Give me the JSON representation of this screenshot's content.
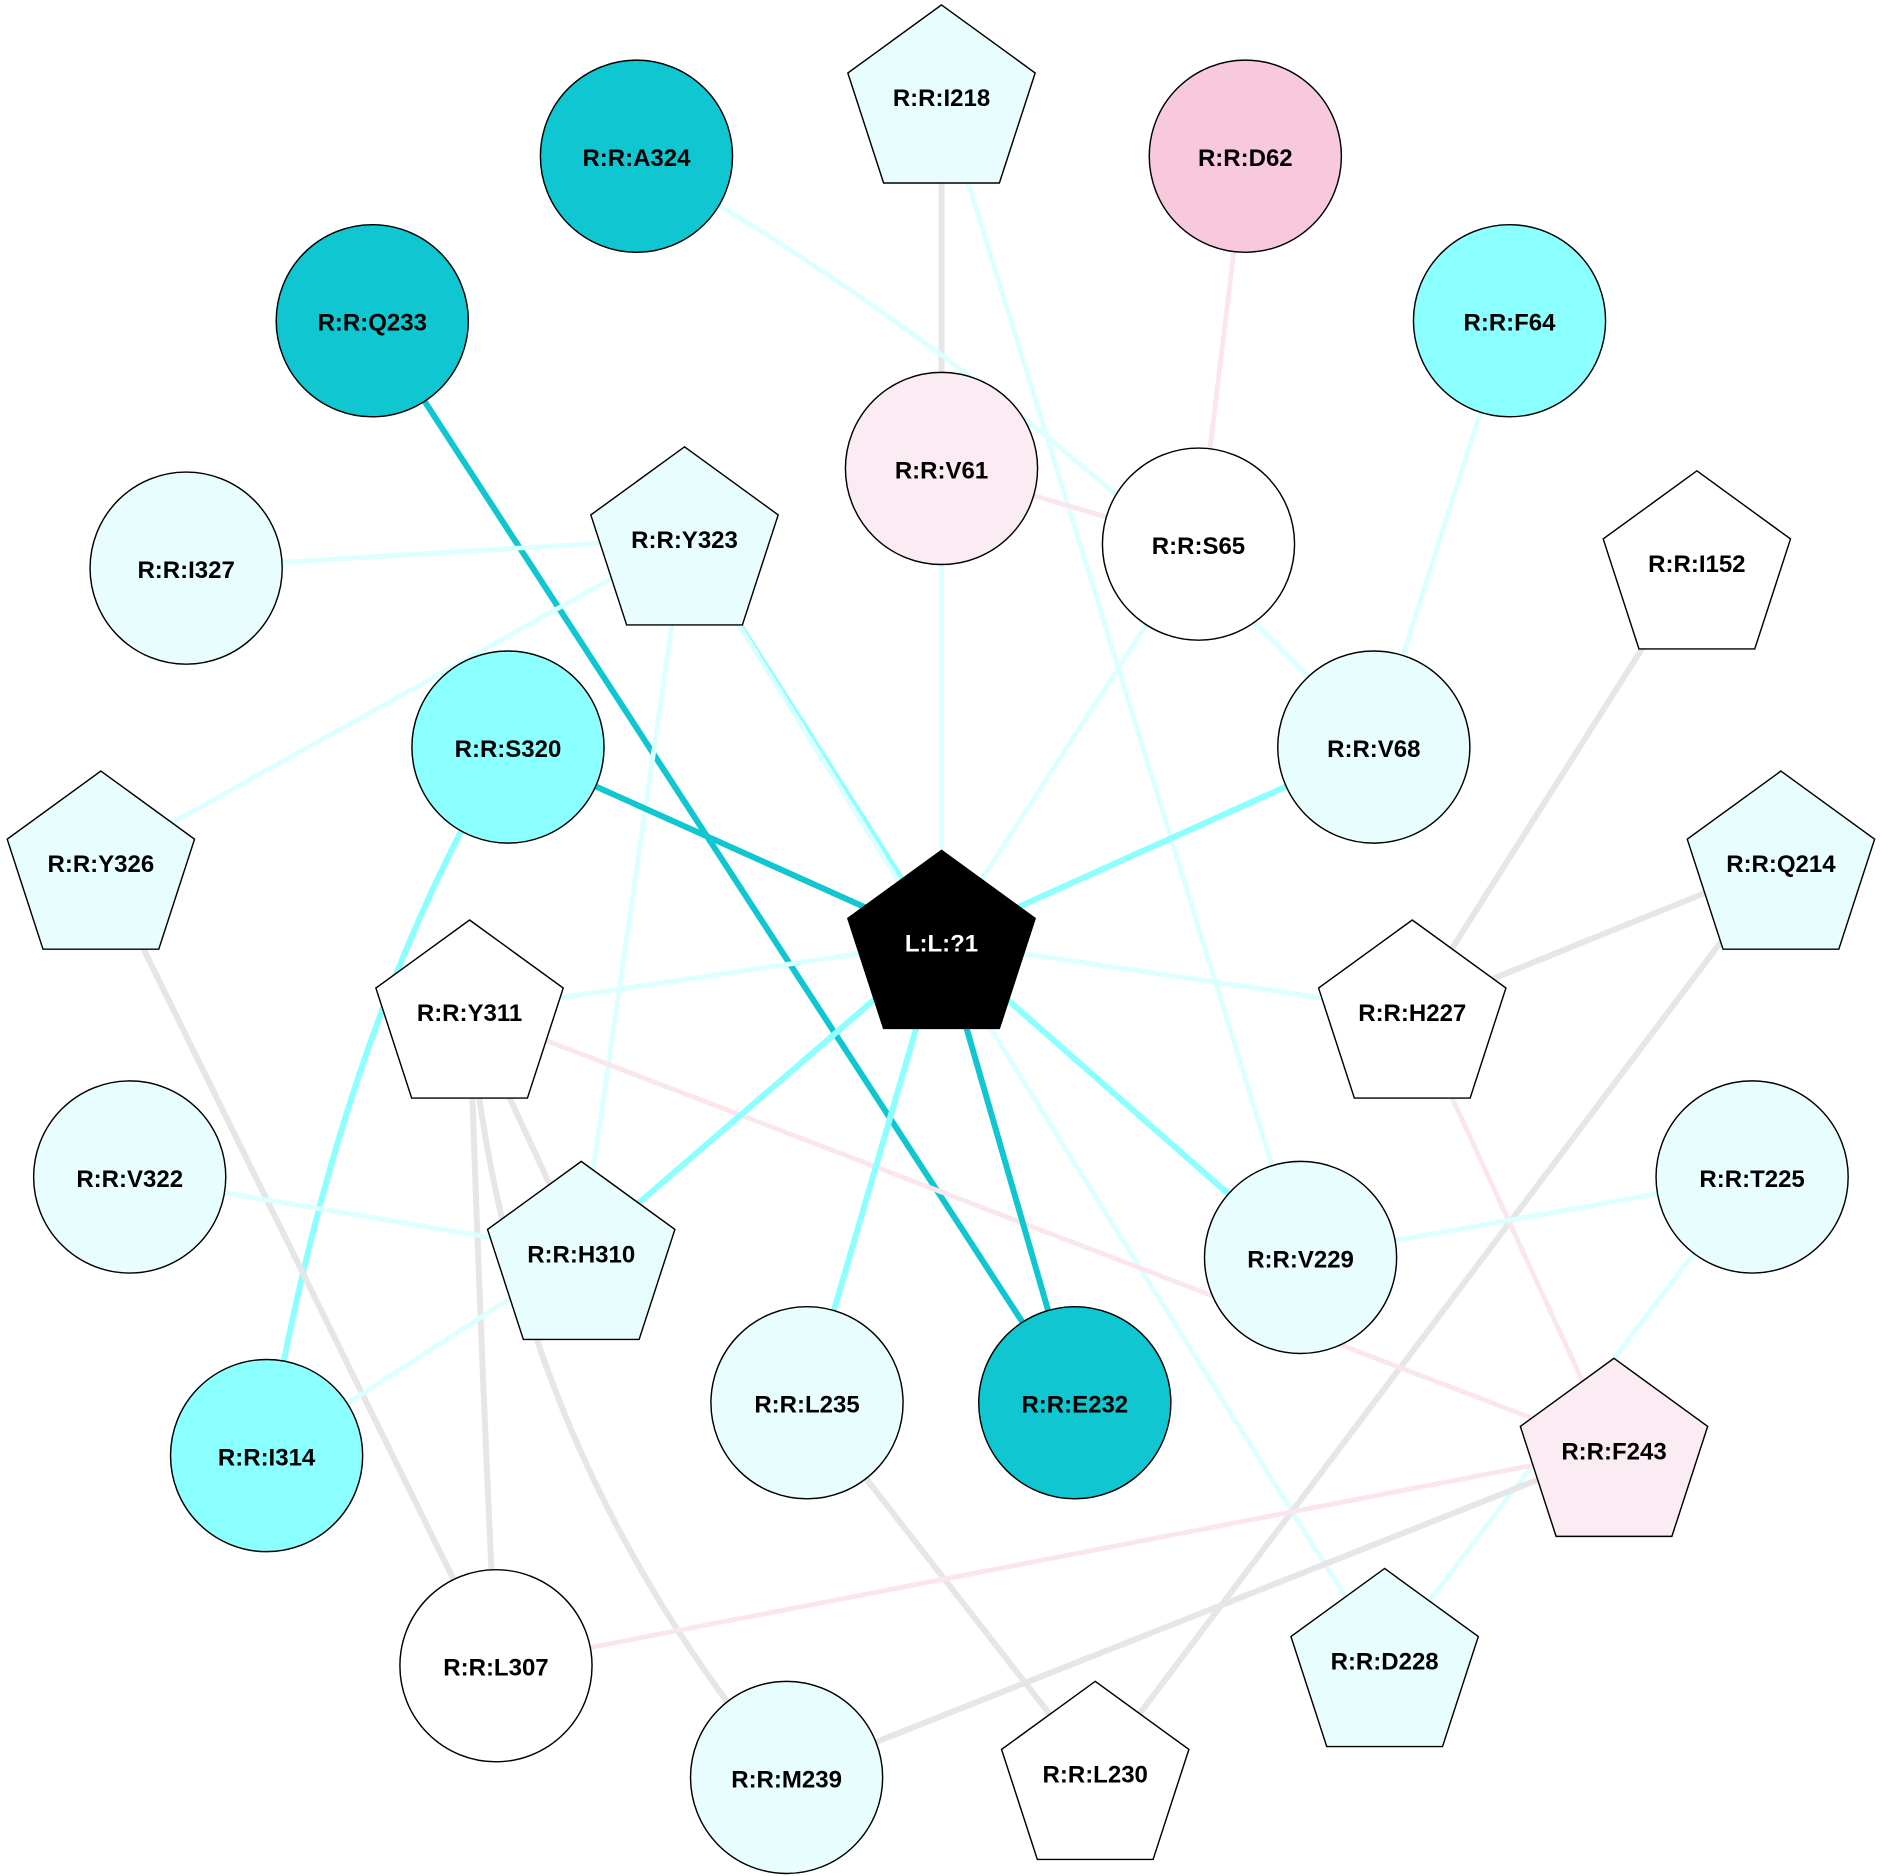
{
  "colors": {
    "gray": "#e6e6e6",
    "light_cyan": "#dcffff",
    "cyan": "#8cffff",
    "dark_cyan": "#10c6d0",
    "pink": "#fbe6ee",
    "node_light_cyan": "#e8fefe",
    "node_cyan": "#8cffff",
    "node_dark_cyan": "#10c6d0",
    "node_pink": "#f8c8dc",
    "node_light_pink": "#fbecf3",
    "node_white": "#ffffff",
    "node_black": "#000000"
  },
  "nodes": [
    {
      "id": "I218",
      "label": "R:R:I218",
      "shape": "pentagon",
      "fill": "#e8fefe"
    },
    {
      "id": "A324",
      "label": "R:R:A324",
      "shape": "circle",
      "fill": "#10c6d0"
    },
    {
      "id": "D62",
      "label": "R:R:D62",
      "shape": "circle",
      "fill": "#f8c8dc"
    },
    {
      "id": "Q233",
      "label": "R:R:Q233",
      "shape": "circle",
      "fill": "#10c6d0"
    },
    {
      "id": "F64",
      "label": "R:R:F64",
      "shape": "circle",
      "fill": "#8cffff"
    },
    {
      "id": "V61",
      "label": "R:R:V61",
      "shape": "circle",
      "fill": "#fbecf3"
    },
    {
      "id": "S65",
      "label": "R:R:S65",
      "shape": "circle",
      "fill": "#ffffff"
    },
    {
      "id": "I327",
      "label": "R:R:I327",
      "shape": "circle",
      "fill": "#e8fefe"
    },
    {
      "id": "Y323",
      "label": "R:R:Y323",
      "shape": "pentagon",
      "fill": "#e8fefe"
    },
    {
      "id": "I152",
      "label": "R:R:I152",
      "shape": "pentagon",
      "fill": "#ffffff"
    },
    {
      "id": "S320",
      "label": "R:R:S320",
      "shape": "circle",
      "fill": "#8cffff"
    },
    {
      "id": "V68",
      "label": "R:R:V68",
      "shape": "circle",
      "fill": "#e8fefe"
    },
    {
      "id": "Y326",
      "label": "R:R:Y326",
      "shape": "pentagon",
      "fill": "#e8fefe"
    },
    {
      "id": "Q214",
      "label": "R:R:Q214",
      "shape": "pentagon",
      "fill": "#e8fefe"
    },
    {
      "id": "LIG",
      "label": "L:L:?1",
      "shape": "pentagon",
      "fill": "#000000",
      "text": "#ffffff"
    },
    {
      "id": "Y311",
      "label": "R:R:Y311",
      "shape": "pentagon",
      "fill": "#ffffff"
    },
    {
      "id": "H227",
      "label": "R:R:H227",
      "shape": "pentagon",
      "fill": "#ffffff"
    },
    {
      "id": "V322",
      "label": "R:R:V322",
      "shape": "circle",
      "fill": "#e8fefe"
    },
    {
      "id": "H310",
      "label": "R:R:H310",
      "shape": "pentagon",
      "fill": "#e8fefe"
    },
    {
      "id": "V229",
      "label": "R:R:V229",
      "shape": "circle",
      "fill": "#e8fefe"
    },
    {
      "id": "T225",
      "label": "R:R:T225",
      "shape": "circle",
      "fill": "#e8fefe"
    },
    {
      "id": "L235",
      "label": "R:R:L235",
      "shape": "circle",
      "fill": "#e8fefe"
    },
    {
      "id": "E232",
      "label": "R:R:E232",
      "shape": "circle",
      "fill": "#10c6d0"
    },
    {
      "id": "I314",
      "label": "R:R:I314",
      "shape": "circle",
      "fill": "#8cffff"
    },
    {
      "id": "F243",
      "label": "R:R:F243",
      "shape": "pentagon",
      "fill": "#fbecf3"
    },
    {
      "id": "L307",
      "label": "R:R:L307",
      "shape": "circle",
      "fill": "#ffffff"
    },
    {
      "id": "D228",
      "label": "R:R:D228",
      "shape": "pentagon",
      "fill": "#e8fefe"
    },
    {
      "id": "M239",
      "label": "R:R:M239",
      "shape": "circle",
      "fill": "#e8fefe"
    },
    {
      "id": "L230",
      "label": "R:R:L230",
      "shape": "pentagon",
      "fill": "#ffffff"
    }
  ],
  "edges": [
    {
      "from": "I218",
      "to": "V61",
      "color": "gray"
    },
    {
      "from": "I218",
      "to": "V229",
      "color": "light_cyan"
    },
    {
      "from": "A324",
      "to": "V68",
      "color": "light_cyan"
    },
    {
      "from": "D62",
      "to": "S65",
      "color": "pink"
    },
    {
      "from": "V61",
      "to": "S65",
      "color": "pink"
    },
    {
      "from": "V61",
      "to": "LIG",
      "color": "light_cyan"
    },
    {
      "from": "F64",
      "to": "V68",
      "color": "light_cyan"
    },
    {
      "from": "Q233",
      "to": "E232",
      "color": "dark_cyan"
    },
    {
      "from": "I327",
      "to": "Y323",
      "color": "light_cyan"
    },
    {
      "from": "Y323",
      "to": "LIG",
      "color": "cyan"
    },
    {
      "from": "Y323",
      "to": "Y326",
      "color": "light_cyan"
    },
    {
      "from": "Y323",
      "to": "H310",
      "color": "light_cyan"
    },
    {
      "from": "Y323",
      "to": "D228",
      "color": "light_cyan"
    },
    {
      "from": "S65",
      "to": "LIG",
      "color": "light_cyan"
    },
    {
      "from": "S320",
      "to": "LIG",
      "color": "dark_cyan"
    },
    {
      "from": "S320",
      "to": "I314",
      "color": "cyan"
    },
    {
      "from": "V68",
      "to": "LIG",
      "color": "cyan"
    },
    {
      "from": "I152",
      "to": "H227",
      "color": "gray"
    },
    {
      "from": "Q214",
      "to": "H227",
      "color": "gray"
    },
    {
      "from": "Q214",
      "to": "L230",
      "color": "gray"
    },
    {
      "from": "Y326",
      "to": "L307",
      "color": "gray"
    },
    {
      "from": "Y311",
      "to": "LIG",
      "color": "light_cyan"
    },
    {
      "from": "Y311",
      "to": "H310",
      "color": "gray"
    },
    {
      "from": "Y311",
      "to": "L307",
      "color": "gray"
    },
    {
      "from": "Y311",
      "to": "M239",
      "color": "gray"
    },
    {
      "from": "Y311",
      "to": "F243",
      "color": "pink"
    },
    {
      "from": "H227",
      "to": "LIG",
      "color": "light_cyan"
    },
    {
      "from": "H227",
      "to": "F243",
      "color": "pink"
    },
    {
      "from": "LIG",
      "to": "H310",
      "color": "cyan"
    },
    {
      "from": "LIG",
      "to": "L235",
      "color": "cyan"
    },
    {
      "from": "LIG",
      "to": "E232",
      "color": "dark_cyan"
    },
    {
      "from": "LIG",
      "to": "V229",
      "color": "cyan"
    },
    {
      "from": "V322",
      "to": "H310",
      "color": "light_cyan"
    },
    {
      "from": "H310",
      "to": "I314",
      "color": "light_cyan"
    },
    {
      "from": "T225",
      "to": "V229",
      "color": "light_cyan"
    },
    {
      "from": "T225",
      "to": "D228",
      "color": "light_cyan"
    },
    {
      "from": "L235",
      "to": "L230",
      "color": "gray"
    },
    {
      "from": "F243",
      "to": "L307",
      "color": "pink"
    },
    {
      "from": "F243",
      "to": "M239",
      "color": "gray"
    }
  ]
}
